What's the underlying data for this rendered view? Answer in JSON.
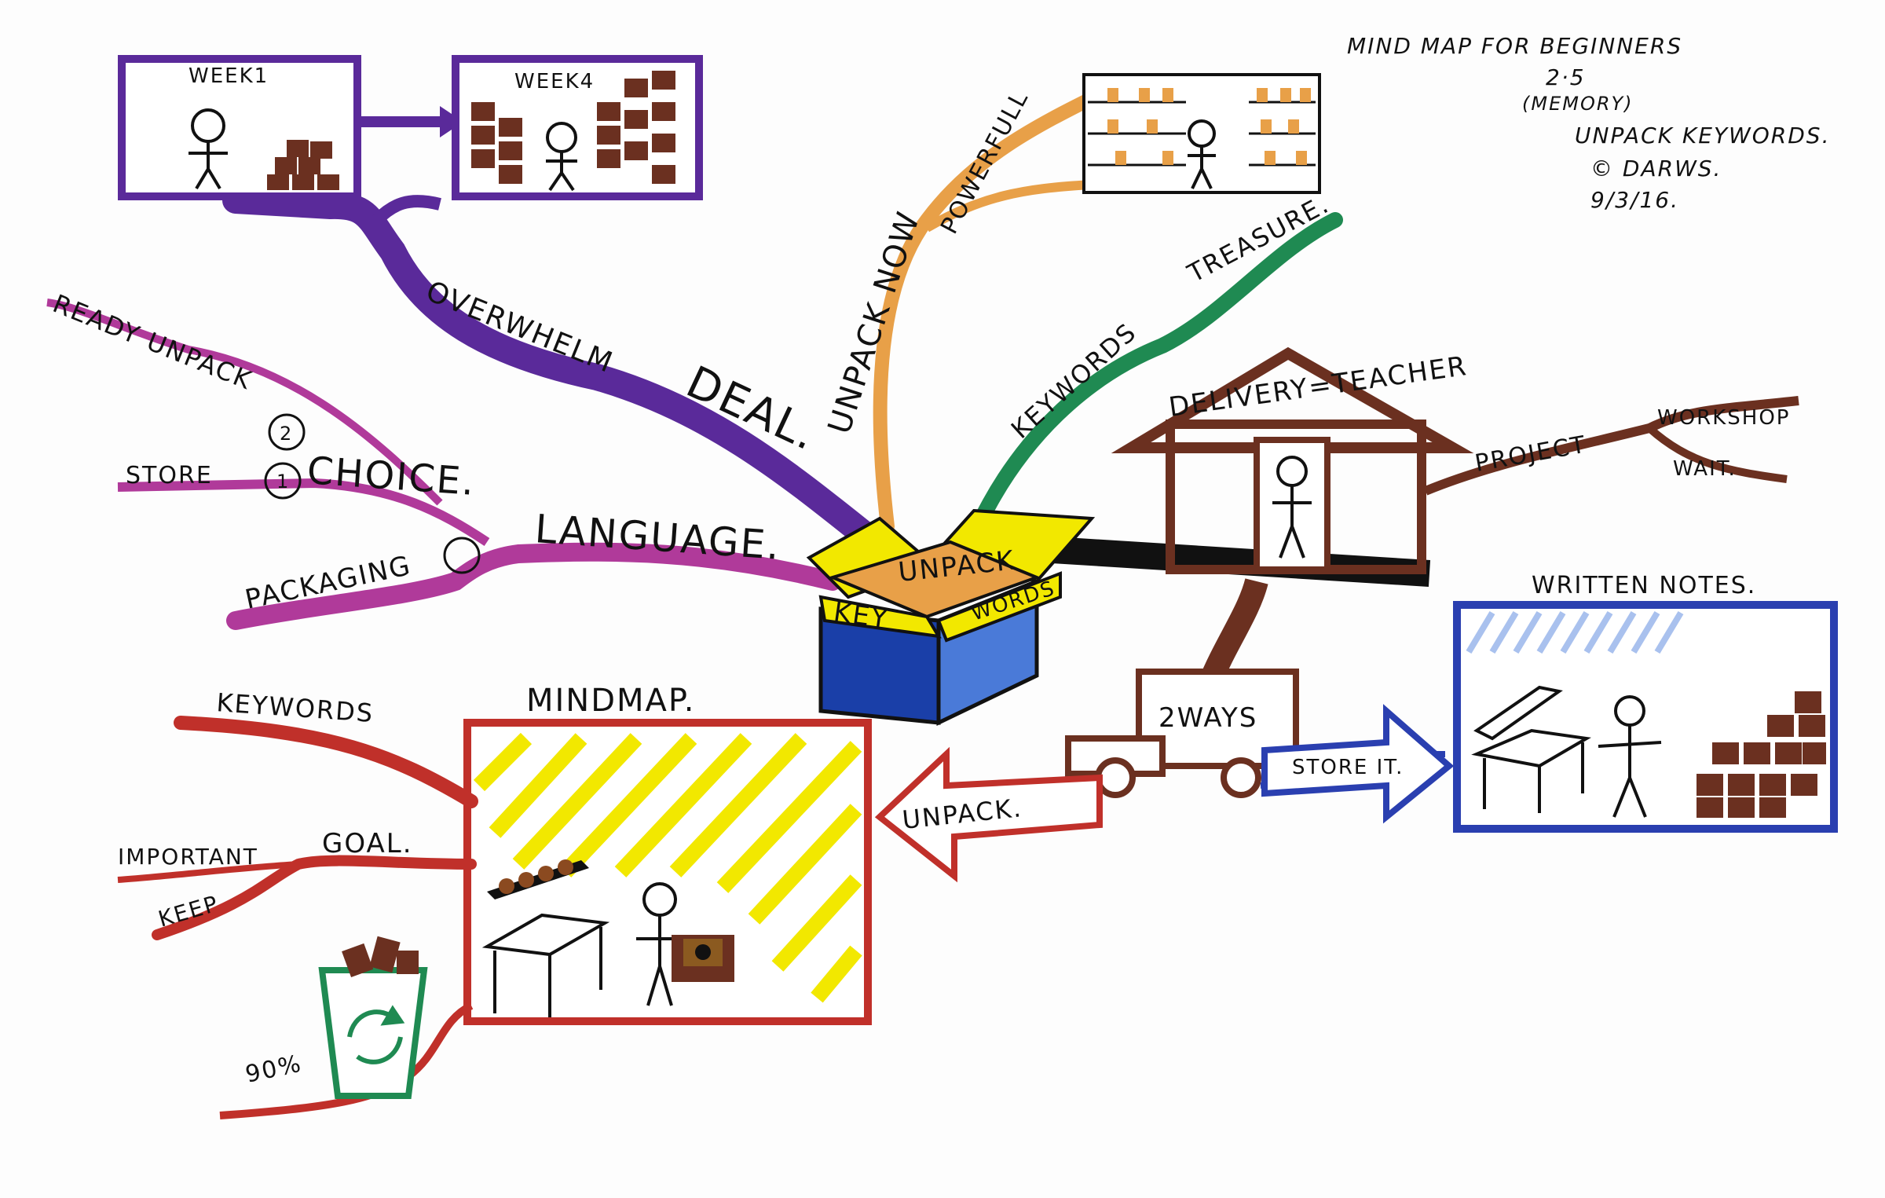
{
  "title": {
    "line1": "MIND MAP FOR BEGINNERS",
    "line2": "2·5",
    "line3": "(MEMORY)",
    "line4": "UNPACK KEYWORDS.",
    "line5": "© DARWS.",
    "line6": "9/3/16."
  },
  "center": {
    "unpack": "UNPACK",
    "key": "KEY",
    "words": "WORDS"
  },
  "branches": {
    "overwhelm": "OVERWHELM",
    "deal": "DEAL.",
    "week1": "WEEK1",
    "week4": "WEEK4",
    "unpack_now": "UNPACK NOW",
    "powerfull": "POWERFULL",
    "keywords_green": "KEYWORDS",
    "treasure": "TREASURE.",
    "delivery": "DELIVERY=TEACHER",
    "project": "PROJECT",
    "workshop": "WORKSHOP",
    "wait": "WAIT.",
    "language": "LANGUAGE.",
    "choice": "CHOICE.",
    "ready_unpack": "READY UNPACK",
    "store": "STORE",
    "packaging": "PACKAGING",
    "num1": "1",
    "num2": "2",
    "written_notes": "WRITTEN NOTES.",
    "two_ways": "2WAYS",
    "store_it": "STORE IT.",
    "unpack_arrow": "UNPACK.",
    "mind_map": "MINDMAP.",
    "keywords_red": "KEYWORDS",
    "goal": "GOAL.",
    "important": "IMPORTANT",
    "keep": "KEEP",
    "ninety": "90%"
  },
  "colors": {
    "purple": "#5a2a9a",
    "orange": "#e8a048",
    "green": "#1f8a52",
    "brown": "#6b3020",
    "magenta": "#b03a9a",
    "red": "#c0302a",
    "blue": "#2a3fb0",
    "yellow": "#f2e800"
  }
}
